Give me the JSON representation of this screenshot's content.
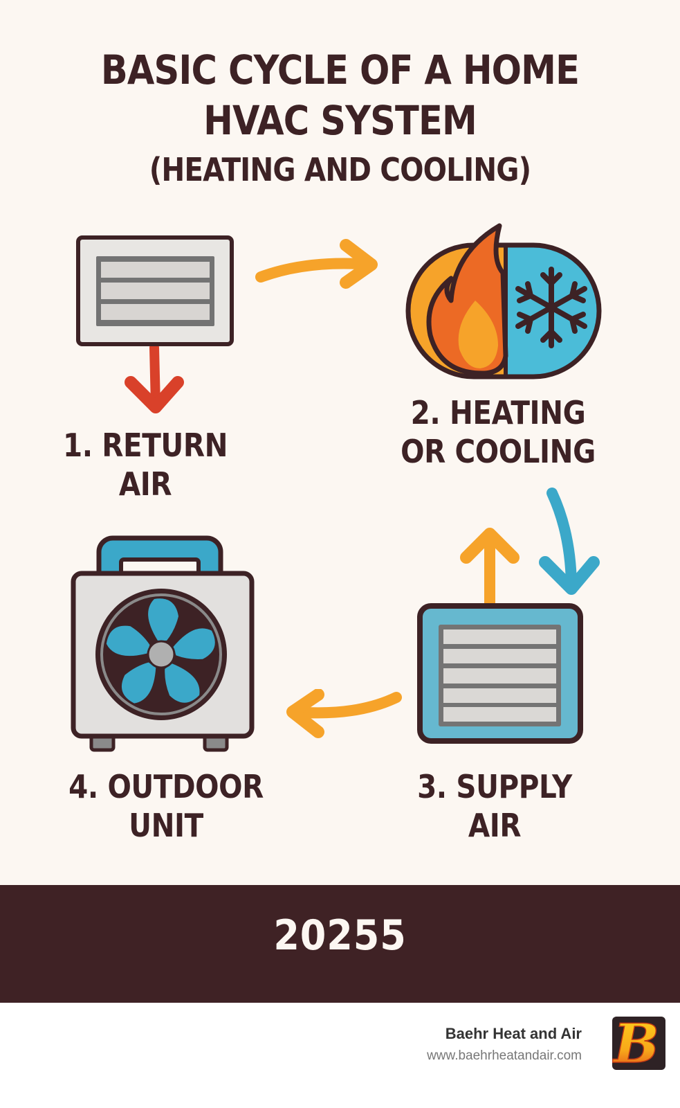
{
  "title": {
    "line1": "BASIC CYCLE OF A HOME",
    "line2": "HVAC SYSTEM",
    "line3": "(HEATING AND COOLING)"
  },
  "steps": [
    {
      "number": "1.",
      "line1": "1. RETURN",
      "line2": "AIR",
      "icon": "return-air-vent-icon"
    },
    {
      "number": "2.",
      "line1": "2. HEATING",
      "line2": "OR COOLING",
      "icon": "flame-snowflake-icon"
    },
    {
      "number": "3.",
      "line1": "3. SUPPLY",
      "line2": "AIR",
      "icon": "supply-air-vent-icon"
    },
    {
      "number": "4.",
      "line1": "4. OUTDOOR",
      "line2": "UNIT",
      "icon": "outdoor-fan-unit-icon"
    }
  ],
  "arrows": [
    {
      "from": "return-air",
      "to": "heating-cooling",
      "color": "#f6a32a"
    },
    {
      "from": "return-air",
      "direction": "down",
      "color": "#d9412a"
    },
    {
      "from": "heating-cooling",
      "to": "supply-air",
      "color": "#3ba8c9"
    },
    {
      "from": "supply-air",
      "direction": "up",
      "color": "#f6a32a"
    },
    {
      "from": "supply-air",
      "to": "outdoor-unit",
      "color": "#f6a32a"
    }
  ],
  "footer": {
    "code": "20255"
  },
  "brand": {
    "name": "Baehr Heat and Air",
    "url": "www.baehrheatandair.com",
    "logo_letter": "B"
  },
  "colors": {
    "background": "#fcf7f2",
    "text_dark": "#3d2225",
    "orange": "#f6a32a",
    "red": "#d9412a",
    "blue": "#4bb8d4",
    "vent_gray": "#e6e4e1",
    "footer_band": "#3f2225"
  }
}
